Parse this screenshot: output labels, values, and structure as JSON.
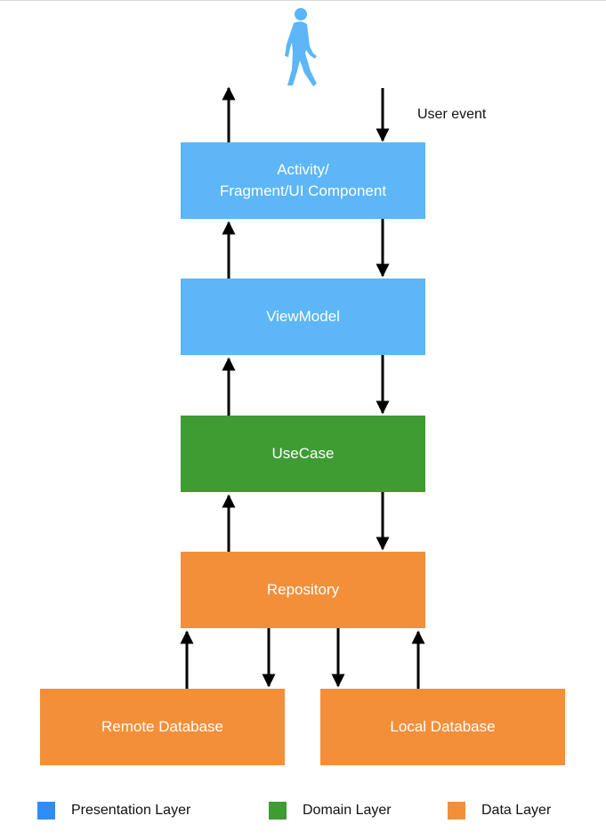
{
  "user_event_label": "User event",
  "boxes": {
    "activity": {
      "line1": "Activity/",
      "line2": "Fragment/UI Component",
      "color": "#5cb6f7"
    },
    "viewmodel": {
      "label": "ViewModel",
      "color": "#5cb6f7"
    },
    "usecase": {
      "label": "UseCase",
      "color": "#3e9c33"
    },
    "repository": {
      "label": "Repository",
      "color": "#f38f39"
    },
    "remote_database": {
      "label": "Remote Database",
      "color": "#f38f39"
    },
    "local_database": {
      "label": "Local Database",
      "color": "#f38f39"
    }
  },
  "legend": [
    {
      "label": "Presentation Layer",
      "color": "#2f8ef5"
    },
    {
      "label": "Domain Layer",
      "color": "#3e9c33"
    },
    {
      "label": "Data Layer",
      "color": "#f38f39"
    }
  ],
  "icons": {
    "person": "walking-person-icon"
  }
}
